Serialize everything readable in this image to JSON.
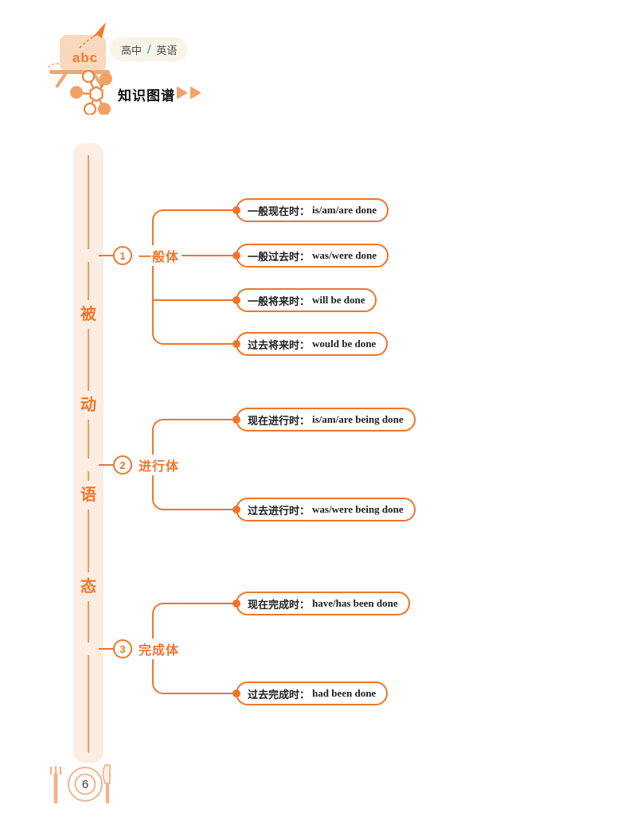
{
  "header": {
    "logo_text": "abc",
    "tag": {
      "level": "高中",
      "separator": "/",
      "subject": "英语"
    },
    "section_title": "知识图谱"
  },
  "topic": {
    "chars": [
      "被",
      "动",
      "语",
      "态"
    ]
  },
  "tree": {
    "branches": [
      {
        "num": "1",
        "label": "一般体",
        "items": [
          {
            "zh": "一般现在时：",
            "en": "is/am/are done"
          },
          {
            "zh": "一般过去时：",
            "en": "was/were done"
          },
          {
            "zh": "一般将来时：",
            "en": "will be done"
          },
          {
            "zh": "过去将来时：",
            "en": "would be done"
          }
        ]
      },
      {
        "num": "2",
        "label": "进行体",
        "items": [
          {
            "zh": "现在进行时：",
            "en": "is/am/are being done"
          },
          {
            "zh": "过去进行时：",
            "en": "was/were being done"
          }
        ]
      },
      {
        "num": "3",
        "label": "完成体",
        "items": [
          {
            "zh": "现在完成时：",
            "en": "have/has been done"
          },
          {
            "zh": "过去完成时：",
            "en": "had been done"
          }
        ]
      }
    ]
  },
  "footer": {
    "page_number": "6"
  },
  "colors": {
    "orange": "#F0752B",
    "light_orange": "#F2A368",
    "bar_bg": "#FCEDE2",
    "tag_bg": "#F8F4E8",
    "teal_slash": "#45BCAD",
    "footer_outline": "#F0B58E",
    "text_dark": "#1F1F1F"
  }
}
